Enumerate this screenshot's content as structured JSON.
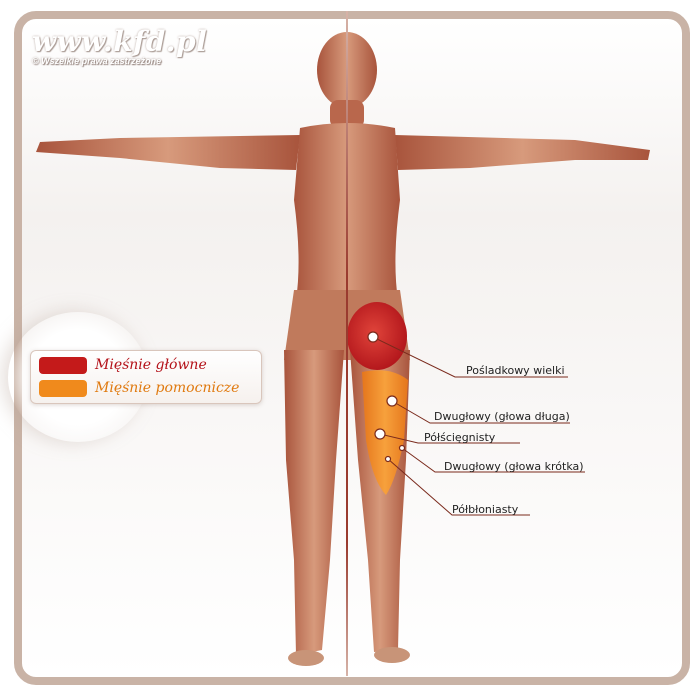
{
  "watermark": {
    "site": "www.kfd.pl",
    "copyright": "© Wszelkie prawa zastrzeżone"
  },
  "legend": {
    "primary_label": "Mięśnie główne",
    "secondary_label": "Mięśnie pomocnicze",
    "primary_color": "#c41a1a",
    "secondary_color": "#f08a1c"
  },
  "muscles": [
    {
      "label": "Pośladkowy wielki",
      "role": "primary"
    },
    {
      "label": "Dwugłowy (głowa długa)",
      "role": "secondary"
    },
    {
      "label": "Półścięgnisty",
      "role": "secondary"
    },
    {
      "label": "Dwugłowy (głowa krótka)",
      "role": "secondary"
    },
    {
      "label": "Półbłoniasty",
      "role": "secondary"
    }
  ],
  "colors": {
    "frame": "#c9b3a6",
    "muscle": "#c07a5c",
    "callout_line": "#7a2a1c"
  }
}
